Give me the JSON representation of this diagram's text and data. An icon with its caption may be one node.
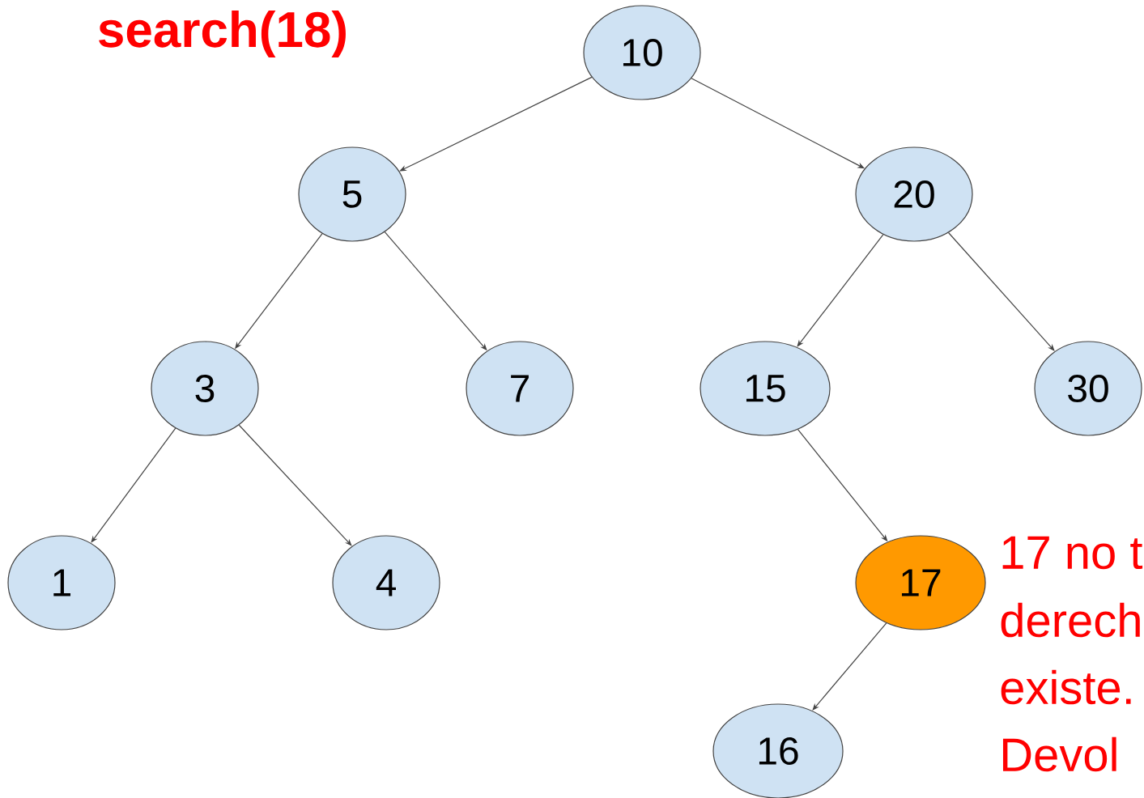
{
  "diagram": {
    "title": "search(18)",
    "nodes": [
      {
        "text": [
          "10"
        ]
      },
      {
        "text": [
          "5"
        ]
      },
      {
        "text": [
          "20"
        ]
      },
      {
        "text": [
          "3"
        ]
      },
      {
        "text": [
          "7"
        ]
      },
      {
        "text": [
          "15"
        ]
      },
      {
        "text": [
          "30"
        ]
      },
      {
        "text": [
          "1"
        ]
      },
      {
        "text": [
          "4"
        ]
      },
      {
        "text": [
          "17"
        ]
      },
      {
        "text": [
          "16"
        ]
      }
    ],
    "edges": [
      {
        "from": 0,
        "to": 1,
        "arrow": "to"
      },
      {
        "from": 0,
        "to": 2,
        "arrow": "to"
      },
      {
        "from": 1,
        "to": 3,
        "arrow": "to"
      },
      {
        "from": 1,
        "to": 4,
        "arrow": "to"
      },
      {
        "from": 2,
        "to": 5,
        "arrow": "to"
      },
      {
        "from": 2,
        "to": 6,
        "arrow": "to"
      },
      {
        "from": 3,
        "to": 7,
        "arrow": "to"
      },
      {
        "from": 3,
        "to": 8,
        "arrow": "to"
      },
      {
        "from": 5,
        "to": 9,
        "arrow": "to"
      },
      {
        "from": 9,
        "to": 10,
        "arrow": "to"
      }
    ],
    "labels": [
      "17 no t",
      "derech",
      "existe.",
      "Devol"
    ]
  }
}
